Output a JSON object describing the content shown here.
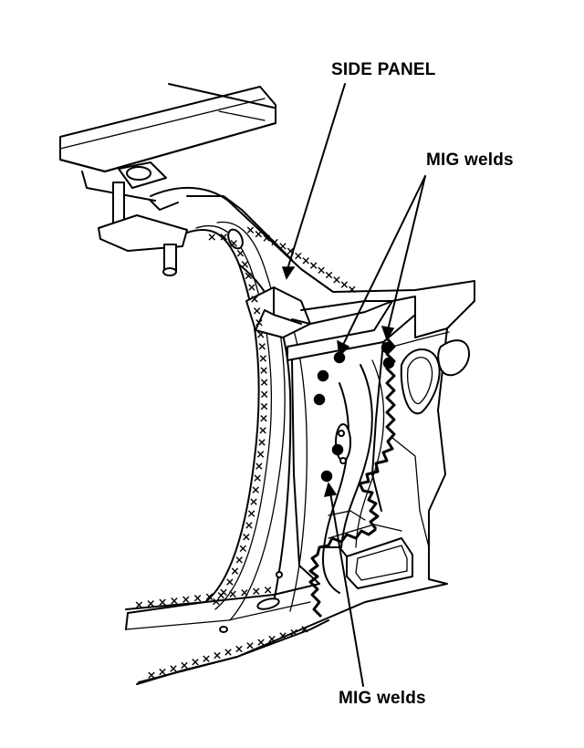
{
  "labels": {
    "side_panel": "SIDE PANEL",
    "mig_welds_top": "MIG welds",
    "mig_welds_bottom": "MIG welds"
  },
  "colors": {
    "ink": "#000000",
    "paper": "#ffffff"
  }
}
